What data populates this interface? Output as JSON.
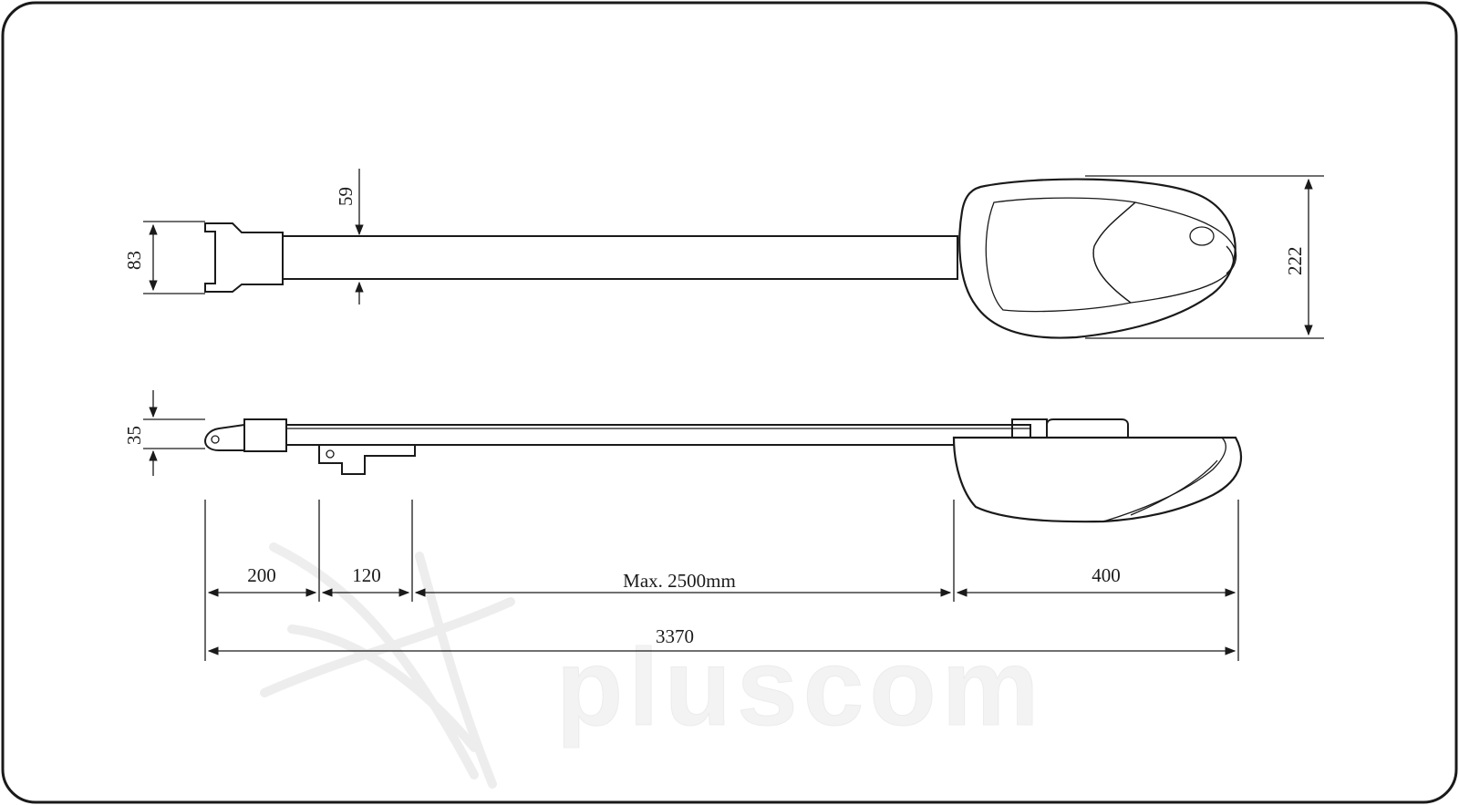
{
  "diagram": {
    "dimensions": {
      "top_head_height": "83",
      "rail_height": "59",
      "motor_width": "222",
      "side_profile_height": "35",
      "segment_front": "200",
      "segment_bracket": "120",
      "segment_travel": "Max. 2500mm",
      "segment_motor": "400",
      "overall_length": "3370"
    },
    "watermark": {
      "brand": "pluscom"
    },
    "colors": {
      "line": "#1a1a1a",
      "frame": "#1a1a1a",
      "watermark": "#eaeaea"
    }
  }
}
